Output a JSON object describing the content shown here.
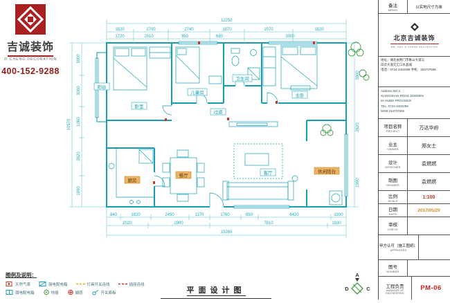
{
  "brand": {
    "company_cn": "吉诚装饰",
    "company_en": "JI CHENG DECORATION",
    "phone": "400-152-9288"
  },
  "titleblock": {
    "memo_cn": "备注",
    "memo_en": "MEMO",
    "memo_value": "以实地尺寸为准",
    "company_cn": "北京吉诚装饰",
    "company_en": "BEI JING JI CHENG DECORATION",
    "address_cn_1": "地址：湖北省荆门市象山大道与",
    "address_cn_2": "白云大道交汇口水晶城",
    "address_cn_3": "电话：0724-2402298  手机：154737506",
    "address_en_1": "Address:NO.2",
    "address_en_2": "XIANGSHAN ROAD JINGMEN",
    "address_en_3": "IN HUBEI PROVINCE",
    "address_en_4": "TEL: 0724-2402298",
    "address_en_5": "MOB:154737506",
    "project_cn": "项目名称",
    "project_en": "PROJECT",
    "project_value": "万达华府",
    "owner_cn": "业主",
    "owner_en": "OWNER",
    "owner_value": "郑女士",
    "designer_cn": "设计",
    "designer_en": "DESIGNER",
    "designer_value": "袁燃燃",
    "drawer_cn": "制图",
    "drawer_en": "DRAWER",
    "drawer_value": "袁燃燃",
    "scale_cn": "比例",
    "scale_en": "SCALE",
    "scale_value": "1:100",
    "date_cn": "日期",
    "date_en": "DATE",
    "date_value": "2017/05/20",
    "check_cn": "审核",
    "check_en": "CHECK",
    "check_value": "",
    "approved_cn": "甲方认可（施工图纸）",
    "approved_en": "APPROVED",
    "approved_value": "",
    "number_cn": "图号",
    "number_en": "NUMBER",
    "number_value": "",
    "manager_cn": "工程负责",
    "manager_en": "MANAGER OF ENGINEERING",
    "manager_value": "PM-06"
  },
  "plan": {
    "sheet_title": "平面设计图",
    "rooms": [
      {
        "label": "阳台"
      },
      {
        "label": "卧室"
      },
      {
        "label": "儿童房"
      },
      {
        "label": "卫生间"
      },
      {
        "label": "主卧"
      },
      {
        "label": "厨房"
      },
      {
        "label": "餐厅"
      },
      {
        "label": "客厅"
      },
      {
        "label": "休闲阳台"
      },
      {
        "label": "过道"
      }
    ],
    "dims": {
      "top_total": "12250",
      "top_row": [
        "1820",
        "2700",
        "2740",
        "1870",
        "1070",
        "1820"
      ],
      "top_row2": [
        "1720",
        "2010",
        "950",
        "690",
        "3000"
      ],
      "left_total": "10570",
      "left_col": [
        "3900",
        "3000",
        "1060",
        "2620",
        "1990"
      ],
      "right_col": [
        "3000",
        "2620",
        "1990"
      ],
      "bottom_row1": [
        "840",
        "1820",
        "2450",
        "1170",
        "1760",
        "950",
        "6420",
        "1930"
      ],
      "bottom_row2": [
        "2020",
        "2900",
        "7810",
        "1930"
      ],
      "bottom_total": "15260"
    }
  },
  "legend": {
    "title": "图例及说明：",
    "items": [
      {
        "icon": "gas-meter-icon",
        "label": "天然气表"
      },
      {
        "icon": "power-box-icon",
        "label": "强电配电箱"
      },
      {
        "icon": "light-wire-icon",
        "label": "灯具开关连线"
      },
      {
        "icon": "socket-wire-icon",
        "label": "插座连线"
      },
      {
        "icon": "weak-box-icon",
        "label": "弱电配电箱"
      },
      {
        "icon": "floor-socket-icon",
        "label": "地插"
      },
      {
        "icon": "smoke-detector-icon",
        "label": "烟感"
      },
      {
        "icon": "switch-icon",
        "label": "开关面板"
      }
    ]
  },
  "compass": {
    "a": "A",
    "d": "D",
    "c": "C"
  },
  "colors": {
    "plan_cyan": "#149fb4",
    "brand_red": "#a8201f",
    "accent_red": "#c23325",
    "accent_orange": "#d48a24",
    "compass_green": "#3f9a44"
  }
}
